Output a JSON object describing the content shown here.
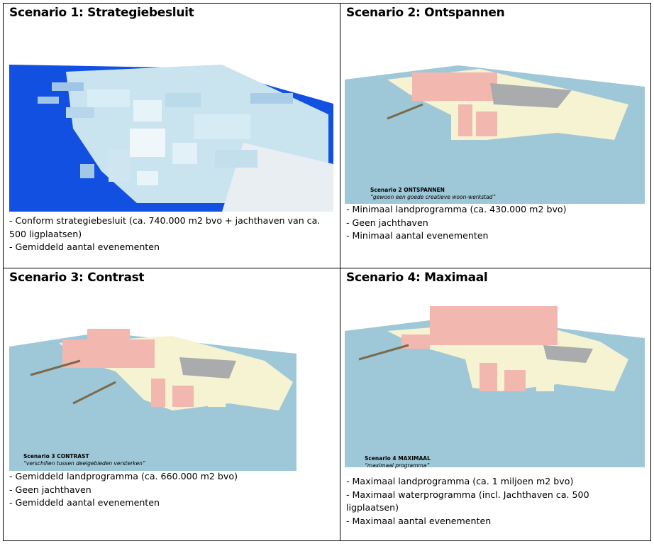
{
  "colors": {
    "water": "#9ec8d8",
    "land": "#f6f3d2",
    "building": "#f2b8b0",
    "hangar": "#a9abad",
    "deep_blue": "#1150e0"
  },
  "cells": [
    {
      "title": "Scenario 1: Strategiebesluit",
      "bullets": [
        "- Conform strategiebesluit (ca. 740.000 m2 bvo + jachthaven van ca.",
        "500 ligplaatsen)",
        "- Gemiddeld aantal evenementen"
      ]
    },
    {
      "title": "Scenario 2: Ontspannen",
      "caption_title": "Scenario 2 ONTSPANNEN",
      "caption_quote": "“gewoon een goede creatieve woon-werkstad”",
      "bullets": [
        "- Minimaal landprogramma (ca. 430.000 m2 bvo)",
        "- Geen jachthaven",
        "- Minimaal aantal evenementen"
      ]
    },
    {
      "title": "Scenario 3: Contrast",
      "caption_title": "Scenario 3 CONTRAST",
      "caption_quote": "“verschillen tussen deelgebieden versterken”",
      "bullets": [
        "- Gemiddeld  landprogramma (ca. 660.000 m2 bvo)",
        "- Geen jachthaven",
        "- Gemiddeld  aantal evenementen"
      ]
    },
    {
      "title": "Scenario 4: Maximaal",
      "caption_title": "Scenario 4 MAXIMAAL",
      "caption_quote": "“maximaal programma”",
      "bullets": [
        "- Maximaal landprogramma (ca. 1 miljoen m2 bvo)",
        "- Maximaal waterprogramma (incl. Jachthaven ca. 500",
        "ligplaatsen)",
        "- Maximaal aantal evenementen"
      ]
    }
  ]
}
